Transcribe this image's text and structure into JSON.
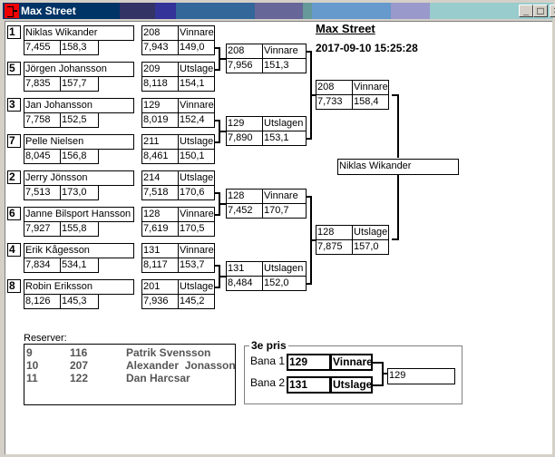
{
  "window": {
    "title": "Max Street",
    "buttons": {
      "minimize": "_",
      "maximize": "□",
      "close": "×"
    }
  },
  "header": {
    "title": "Max Street",
    "datetime": "2017-09-10 15:25:28"
  },
  "round1": [
    {
      "seed": "1",
      "name": "Niklas Wikander",
      "time": "7,455",
      "speed": "158,3"
    },
    {
      "seed": "5",
      "name": "Jörgen Johansson",
      "time": "7,835",
      "speed": "157,7"
    },
    {
      "seed": "3",
      "name": "Jan Johansson",
      "time": "7,758",
      "speed": "152,5"
    },
    {
      "seed": "7",
      "name": "Pelle Nielsen",
      "time": "8,045",
      "speed": "156,8"
    },
    {
      "seed": "2",
      "name": "Jerry Jönsson",
      "time": "7,513",
      "speed": "173,0"
    },
    {
      "seed": "6",
      "name": "Janne Bilsport Hansson",
      "time": "7,927",
      "speed": "155,8"
    },
    {
      "seed": "4",
      "name": "Erik Kågesson",
      "time": "7,834",
      "speed": "534,1"
    },
    {
      "seed": "8",
      "name": "Robin Eriksson",
      "time": "8,126",
      "speed": "145,3"
    }
  ],
  "round2": [
    {
      "number": "208",
      "result": "Vinnare",
      "time": "7,943",
      "speed": "149,0"
    },
    {
      "number": "209",
      "result": "Utslagen",
      "time": "8,118",
      "speed": "154,1"
    },
    {
      "number": "129",
      "result": "Vinnare",
      "time": "8,019",
      "speed": "152,4"
    },
    {
      "number": "211",
      "result": "Utslagen",
      "time": "8,461",
      "speed": "150,1"
    },
    {
      "number": "214",
      "result": "Utslagen",
      "time": "7,518",
      "speed": "170,6"
    },
    {
      "number": "128",
      "result": "Vinnare",
      "time": "7,619",
      "speed": "170,5"
    },
    {
      "number": "131",
      "result": "Vinnare",
      "time": "8,117",
      "speed": "153,7"
    },
    {
      "number": "201",
      "result": "Utslagen",
      "time": "7,936",
      "speed": "145,2"
    }
  ],
  "round3": [
    {
      "number": "208",
      "result": "Vinnare",
      "time": "7,956",
      "speed": "151,3"
    },
    {
      "number": "129",
      "result": "Utslagen",
      "time": "7,890",
      "speed": "153,1"
    },
    {
      "number": "128",
      "result": "Vinnare",
      "time": "7,452",
      "speed": "170,7"
    },
    {
      "number": "131",
      "result": "Utslagen",
      "time": "8,484",
      "speed": "152,0"
    }
  ],
  "final": [
    {
      "number": "208",
      "result": "Vinnare",
      "time": "7,733",
      "speed": "158,4"
    },
    {
      "number": "128",
      "result": "Utslagen",
      "time": "7,875",
      "speed": "157,0"
    }
  ],
  "champion": "Niklas Wikander",
  "reserves": {
    "label": "Reserver:",
    "rows": [
      {
        "pos": "9",
        "number": "116",
        "name": "Patrik Svensson"
      },
      {
        "pos": "10",
        "number": "207",
        "name": "Alexander  Jonasson"
      },
      {
        "pos": "11",
        "number": "122",
        "name": "Dan Harcsar"
      }
    ]
  },
  "third_place": {
    "title": "3e pris",
    "lanes": [
      {
        "label": "Bana 1",
        "number": "129",
        "result": "Vinnare"
      },
      {
        "label": "Bana 2",
        "number": "131",
        "result": "Utslagen"
      }
    ],
    "winner": "129"
  }
}
